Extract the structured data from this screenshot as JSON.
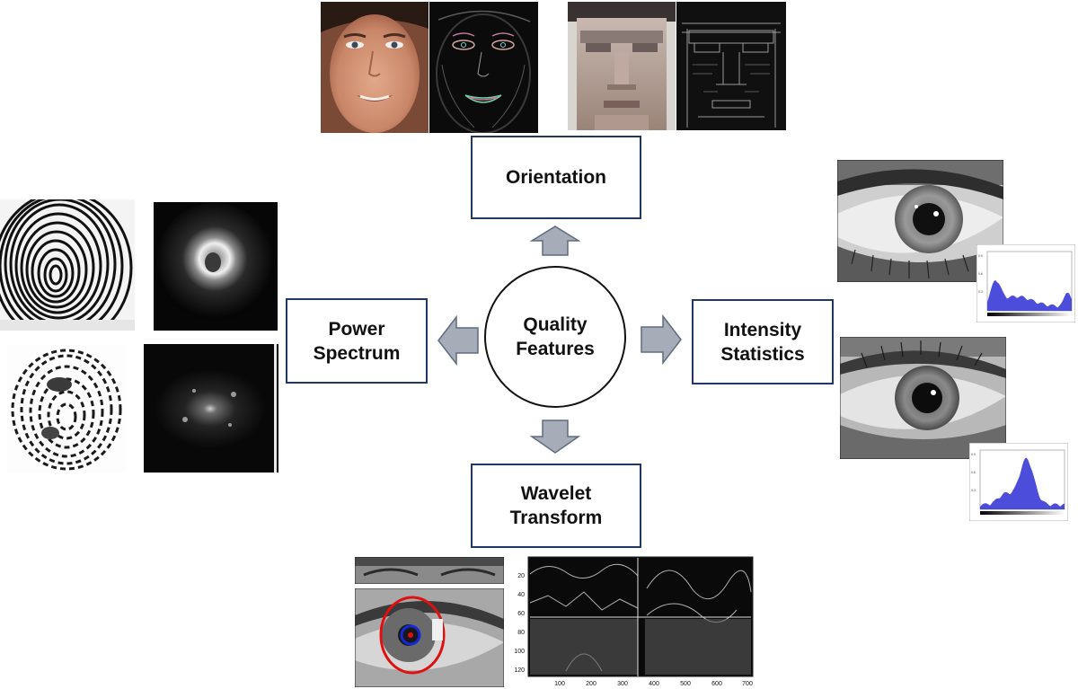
{
  "center": {
    "label": "Quality\nFeatures"
  },
  "boxes": {
    "orientation": "Orientation",
    "power_spectrum": "Power\nSpectrum",
    "intensity_statistics": "Intensity\nStatistics",
    "wavelet_transform": "Wavelet\nTransform"
  },
  "colors": {
    "box_border": "#1f3864",
    "arrow_fill": "#a6acb8",
    "arrow_stroke": "#5f6b80",
    "segmentation_outer": "#e01010",
    "segmentation_inner": "#1428d8",
    "histogram_bars": "#3a3ad8"
  },
  "wavelet_plot": {
    "y_ticks": [
      "20",
      "40",
      "60",
      "80",
      "100",
      "120"
    ],
    "x_ticks": [
      "100",
      "200",
      "300",
      "400",
      "500",
      "600",
      "700"
    ]
  }
}
